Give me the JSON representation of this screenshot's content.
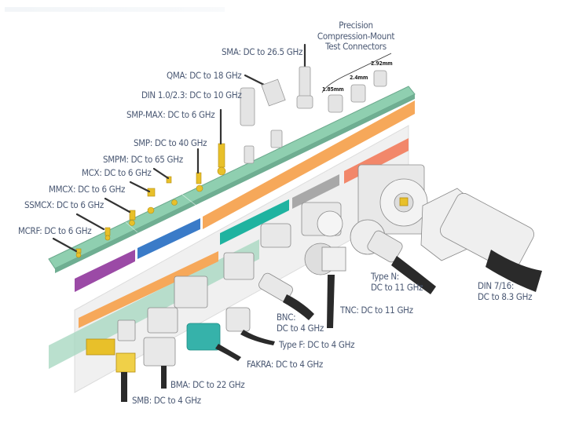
{
  "header": {
    "title_lines": [
      "Precision",
      "Compression-Mount",
      "Test Connectors"
    ],
    "sizes": [
      "1.85mm",
      "2.4mm",
      "2.92mm"
    ]
  },
  "connectors": [
    {
      "name": "SMA",
      "label": "SMA: DC to 26.5 GHz"
    },
    {
      "name": "QMA",
      "label": "QMA: DC to 18 GHz"
    },
    {
      "name": "DIN 1.0/2.3",
      "label": "DIN 1.0/2.3: DC to 10 GHz"
    },
    {
      "name": "SMP-MAX",
      "label": "SMP-MAX: DC to 6 GHz"
    },
    {
      "name": "SMP",
      "label": "SMP: DC to 40 GHz"
    },
    {
      "name": "SMPM",
      "label": "SMPM: DC to 65 GHz"
    },
    {
      "name": "MCX",
      "label": "MCX: DC to 6 GHz"
    },
    {
      "name": "MMCX",
      "label": "MMCX: DC to 6 GHz"
    },
    {
      "name": "SSMCX",
      "label": "SSMCX: DC to 6 GHz"
    },
    {
      "name": "MCRF",
      "label": "MCRF: DC to 6 GHz"
    },
    {
      "name": "Type N",
      "label_lines": [
        "Type N:",
        "DC to 11 GHz"
      ]
    },
    {
      "name": "DIN 7/16",
      "label_lines": [
        "DIN 7/16:",
        "DC to 8.3 GHz"
      ]
    },
    {
      "name": "BNC",
      "label_lines": [
        "BNC:",
        "DC to 4 GHz"
      ]
    },
    {
      "name": "TNC",
      "label": "TNC: DC to 11 GHz"
    },
    {
      "name": "Type F",
      "label": "Type F: DC to 4 GHz"
    },
    {
      "name": "FAKRA",
      "label": "FAKRA: DC to 4 GHz"
    },
    {
      "name": "BMA",
      "label": "BMA: DC to 22 GHz"
    },
    {
      "name": "SMB",
      "label": "SMB: DC to 4 GHz"
    }
  ],
  "colors": {
    "board": "#8fcfb0",
    "purple": "#9b4aa6",
    "blue": "#3a7bc8",
    "orange": "#f6a85a",
    "teal": "#1fb3a0",
    "gray": "#a8a8a8",
    "salmon": "#f2876a",
    "gold": "#e8c02a",
    "label": "#4a5873"
  }
}
